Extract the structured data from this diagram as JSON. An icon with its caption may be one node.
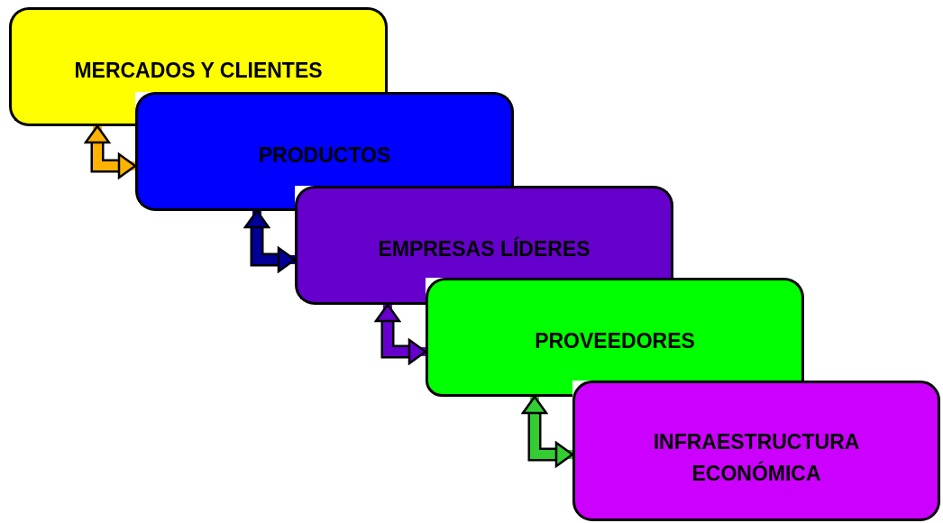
{
  "diagram": {
    "nodes": [
      {
        "text": [
          "MERCADOS Y CLIENTES"
        ]
      },
      {
        "text": [
          "PRODUCTOS"
        ]
      },
      {
        "text": [
          "EMPRESAS LÍDERES"
        ]
      },
      {
        "text": [
          "PROVEEDORES"
        ]
      },
      {
        "text": [
          "INFRAESTRUCTURA ECONÓMICA"
        ]
      }
    ],
    "edges": [
      {
        "from": 0,
        "to": 1,
        "arrow": "both",
        "color": "#ffb300"
      },
      {
        "from": 1,
        "to": 2,
        "arrow": "both",
        "color": "#000099"
      },
      {
        "from": 2,
        "to": 3,
        "arrow": "both",
        "color": "#6600cc"
      },
      {
        "from": 3,
        "to": 4,
        "arrow": "both",
        "color": "#33cc33"
      }
    ]
  }
}
